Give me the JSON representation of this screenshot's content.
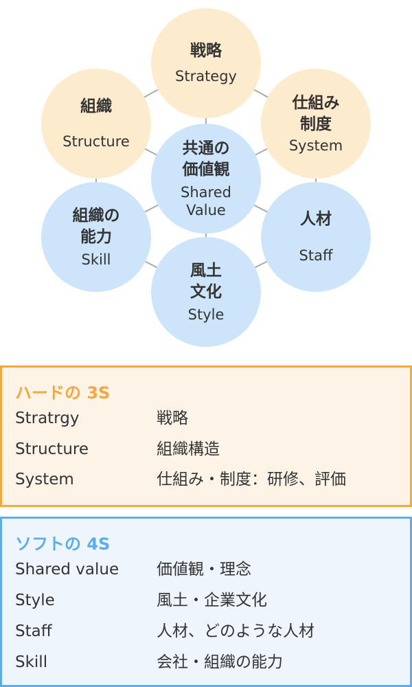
{
  "diagram": {
    "center": {
      "jp": "共通の\n価値観",
      "en": "Shared\nValue"
    },
    "nodes": [
      {
        "jp": "戦略",
        "en": "Strategy"
      },
      {
        "jp": "組織",
        "en": "Structure"
      },
      {
        "jp": "仕組み\n制度",
        "en": "System"
      },
      {
        "jp": "組織の\n能力",
        "en": "Skill"
      },
      {
        "jp": "人材",
        "en": "Staff"
      },
      {
        "jp": "風土\n文化",
        "en": "Style"
      }
    ],
    "colors": {
      "hard": "#FDEBCD",
      "soft": "#CDE5FB",
      "line": "#AAAAAA"
    }
  },
  "hard": {
    "title": "ハードの 3S",
    "color": "#F5A83A",
    "rows": [
      {
        "en": "Stratrgy",
        "jp": "戦略"
      },
      {
        "en": "Structure",
        "jp": "組織構造"
      },
      {
        "en": "System",
        "jp": "仕組み・制度：研修、評価"
      }
    ]
  },
  "soft": {
    "title": "ソフトの 4S",
    "color": "#5AAEF0",
    "rows": [
      {
        "en": "Shared value",
        "jp": "価値観・理念"
      },
      {
        "en": "Style",
        "jp": "風土・企業文化"
      },
      {
        "en": "Staff",
        "jp": "人材、どのような人材"
      },
      {
        "en": "Skill",
        "jp": "会社・組織の能力"
      }
    ]
  }
}
